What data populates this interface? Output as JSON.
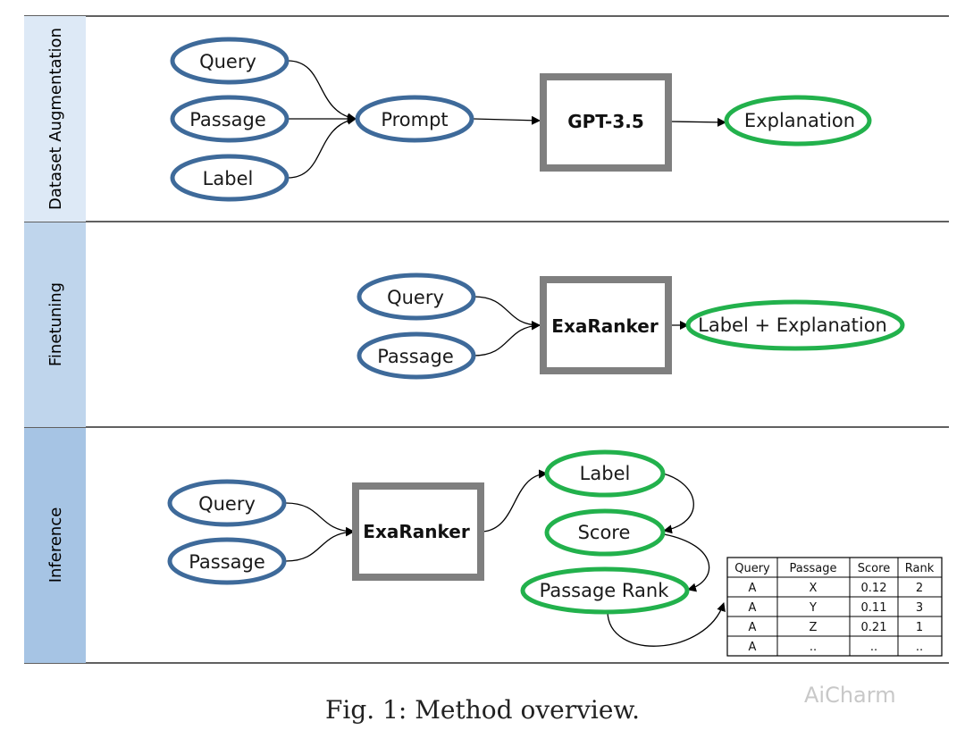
{
  "bands": [
    {
      "label": "Dataset Augmentation"
    },
    {
      "label": "Finetuning"
    },
    {
      "label": "Inference"
    }
  ],
  "colors": {
    "input_node": "#3e6a9a",
    "output_node": "#22b14c",
    "box": "#7f7f7f",
    "band1": "#dde9f6",
    "band2": "#bfd5ec",
    "band3": "#a6c4e4"
  },
  "augmentation": {
    "inputs": [
      "Query",
      "Passage",
      "Label"
    ],
    "prompt": "Prompt",
    "model": "GPT-3.5",
    "output": "Explanation"
  },
  "finetuning": {
    "inputs": [
      "Query",
      "Passage"
    ],
    "model": "ExaRanker",
    "output": "Label + Explanation"
  },
  "inference": {
    "inputs": [
      "Query",
      "Passage"
    ],
    "model": "ExaRanker",
    "outputs": [
      "Label",
      "Score",
      "Passage Rank"
    ],
    "table": {
      "headers": [
        "Query",
        "Passage",
        "Score",
        "Rank"
      ],
      "rows": [
        [
          "A",
          "X",
          "0.12",
          "2"
        ],
        [
          "A",
          "Y",
          "0.11",
          "3"
        ],
        [
          "A",
          "Z",
          "0.21",
          "1"
        ],
        [
          "A",
          "..",
          "..",
          ".."
        ]
      ]
    }
  },
  "caption": "Fig. 1: Method overview.",
  "watermark": "AiCharm"
}
